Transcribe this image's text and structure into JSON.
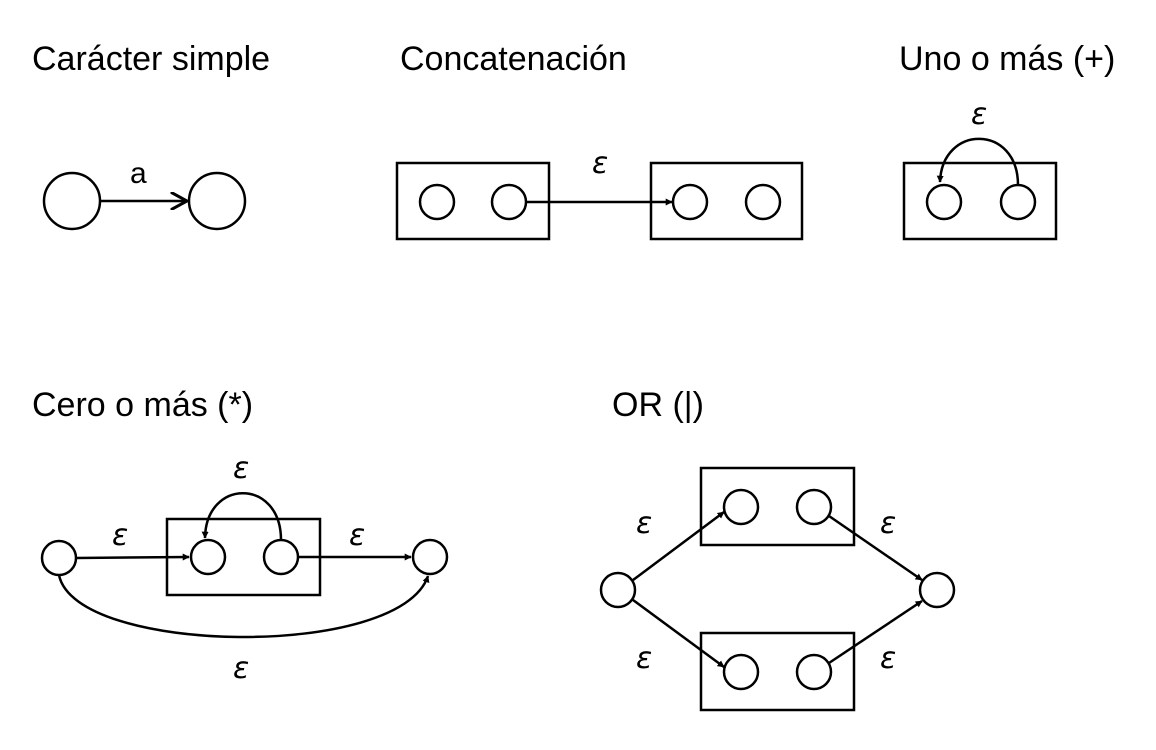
{
  "diagrams": {
    "simple": {
      "title": "Carácter simple",
      "edge_label": "a"
    },
    "concat": {
      "title": "Concatenación",
      "edge_label": "ε"
    },
    "plus": {
      "title": "Uno o más (+)",
      "loop_label": "ε"
    },
    "star": {
      "title": "Cero o más (*)",
      "in_label": "ε",
      "loop_label": "ε",
      "out_label": "ε",
      "skip_label": "ε"
    },
    "or": {
      "title": "OR (|)",
      "top_in_label": "ε",
      "top_out_label": "ε",
      "bottom_in_label": "ε",
      "bottom_out_label": "ε"
    }
  }
}
